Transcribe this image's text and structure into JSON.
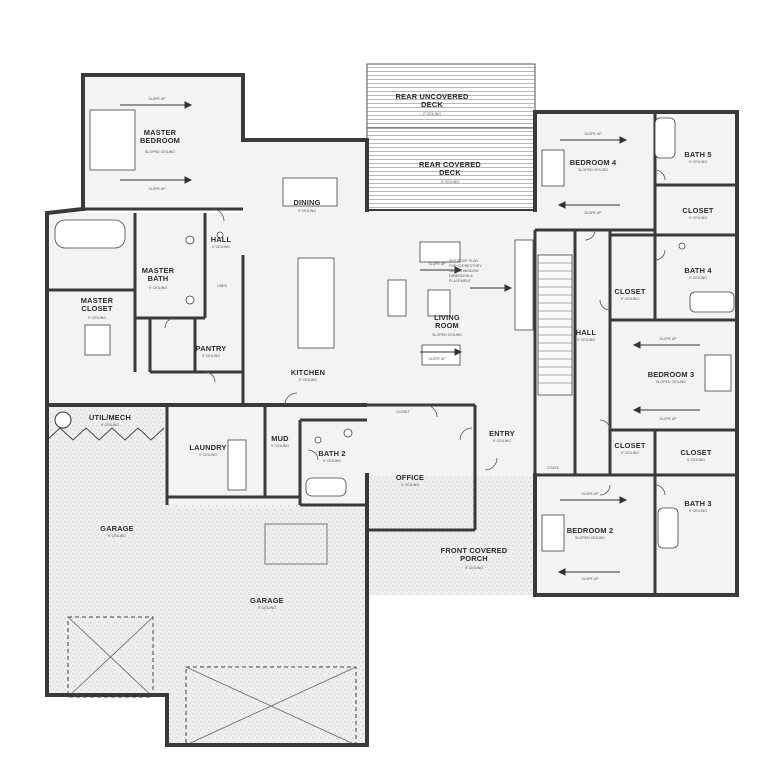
{
  "rooms": {
    "master_bedroom": {
      "name": [
        "MASTER",
        "BEDROOM"
      ],
      "ceiling": "SLOPED CEILING"
    },
    "master_bath": {
      "name": [
        "MASTER",
        "BATH"
      ],
      "ceiling": "9' CEILING"
    },
    "master_closet": {
      "name": [
        "MASTER",
        "CLOSET"
      ],
      "ceiling": "9' CEILING"
    },
    "hall_left": {
      "name": [
        "HALL"
      ],
      "ceiling": "9' CEILING"
    },
    "dining": {
      "name": [
        "DINING"
      ],
      "ceiling": "9' CEILING"
    },
    "kitchen": {
      "name": [
        "KITCHEN"
      ],
      "ceiling": "9' CEILING"
    },
    "pantry": {
      "name": [
        "PANTRY"
      ],
      "ceiling": "9' CEILING"
    },
    "living_room": {
      "name": [
        "LIVING",
        "ROOM"
      ],
      "ceiling": "SLOPED CEILING"
    },
    "rear_uncovered_deck": {
      "name": [
        "REAR UNCOVERED",
        "DECK"
      ],
      "ceiling": "2' CEILING"
    },
    "rear_covered_deck": {
      "name": [
        "REAR COVERED",
        "DECK"
      ],
      "ceiling": "9' CEILING"
    },
    "util_mech": {
      "name": [
        "UTIL/MECH"
      ],
      "ceiling": "9' CEILING"
    },
    "laundry": {
      "name": [
        "LAUNDRY"
      ],
      "ceiling": "9' CEILING"
    },
    "mud": {
      "name": [
        "MUD"
      ],
      "ceiling": "9' CEILING"
    },
    "bath_2": {
      "name": [
        "BATH 2"
      ],
      "ceiling": "9' CEILING"
    },
    "office": {
      "name": [
        "OFFICE"
      ],
      "ceiling": "9' CEILING"
    },
    "entry": {
      "name": [
        "ENTRY"
      ],
      "ceiling": "9' CEILING"
    },
    "front_covered_porch": {
      "name": [
        "FRONT COVERED",
        "PORCH"
      ],
      "ceiling": "9' CEILING"
    },
    "garage_left": {
      "name": [
        "GARAGE"
      ],
      "ceiling": "9' CEILING"
    },
    "garage_right": {
      "name": [
        "GARAGE"
      ],
      "ceiling": "9' CEILING"
    },
    "hall_right": {
      "name": [
        "HALL"
      ],
      "ceiling": "9' CEILING"
    },
    "bedroom_4": {
      "name": [
        "BEDROOM 4"
      ],
      "ceiling": "SLOPED CEILING"
    },
    "bath_5": {
      "name": [
        "BATH 5"
      ],
      "ceiling": "9' CEILING"
    },
    "closet_top": {
      "name": [
        "CLOSET"
      ],
      "ceiling": "9' CEILING"
    },
    "closet_mid": {
      "name": [
        "CLOSET"
      ],
      "ceiling": "9' CEILING"
    },
    "bath_4": {
      "name": [
        "BATH 4"
      ],
      "ceiling": "9' CEILING"
    },
    "bedroom_3": {
      "name": [
        "BEDROOM 3"
      ],
      "ceiling": "SLOPED CEILING"
    },
    "closet_small": {
      "name": [
        "CLOSET"
      ],
      "ceiling": "9' CEILING"
    },
    "closet_right": {
      "name": [
        "CLOSET"
      ],
      "ceiling": "9' CEILING"
    },
    "bath_3": {
      "name": [
        "BATH 3"
      ],
      "ceiling": "9' CEILING"
    },
    "bedroom_2": {
      "name": [
        "BEDROOM 2"
      ],
      "ceiling": "SLOPED CEILING"
    }
  },
  "notes": {
    "roof_plan": [
      "SEE ROOF PLAN",
      "FOR CLERESTORY",
      "WALL & WINDOW",
      "DIMENSION &",
      "PLACEMENT"
    ],
    "slope_up": "SLOPE UP",
    "closet_label": "CLOSET",
    "coats": "COATS",
    "linen": "LINEN"
  },
  "colors": {
    "wall": "#3a3a3a",
    "floor": "#f3f3f3",
    "garage_fill": "#e6e6e6",
    "deck_lines": "#9a9a9a"
  }
}
